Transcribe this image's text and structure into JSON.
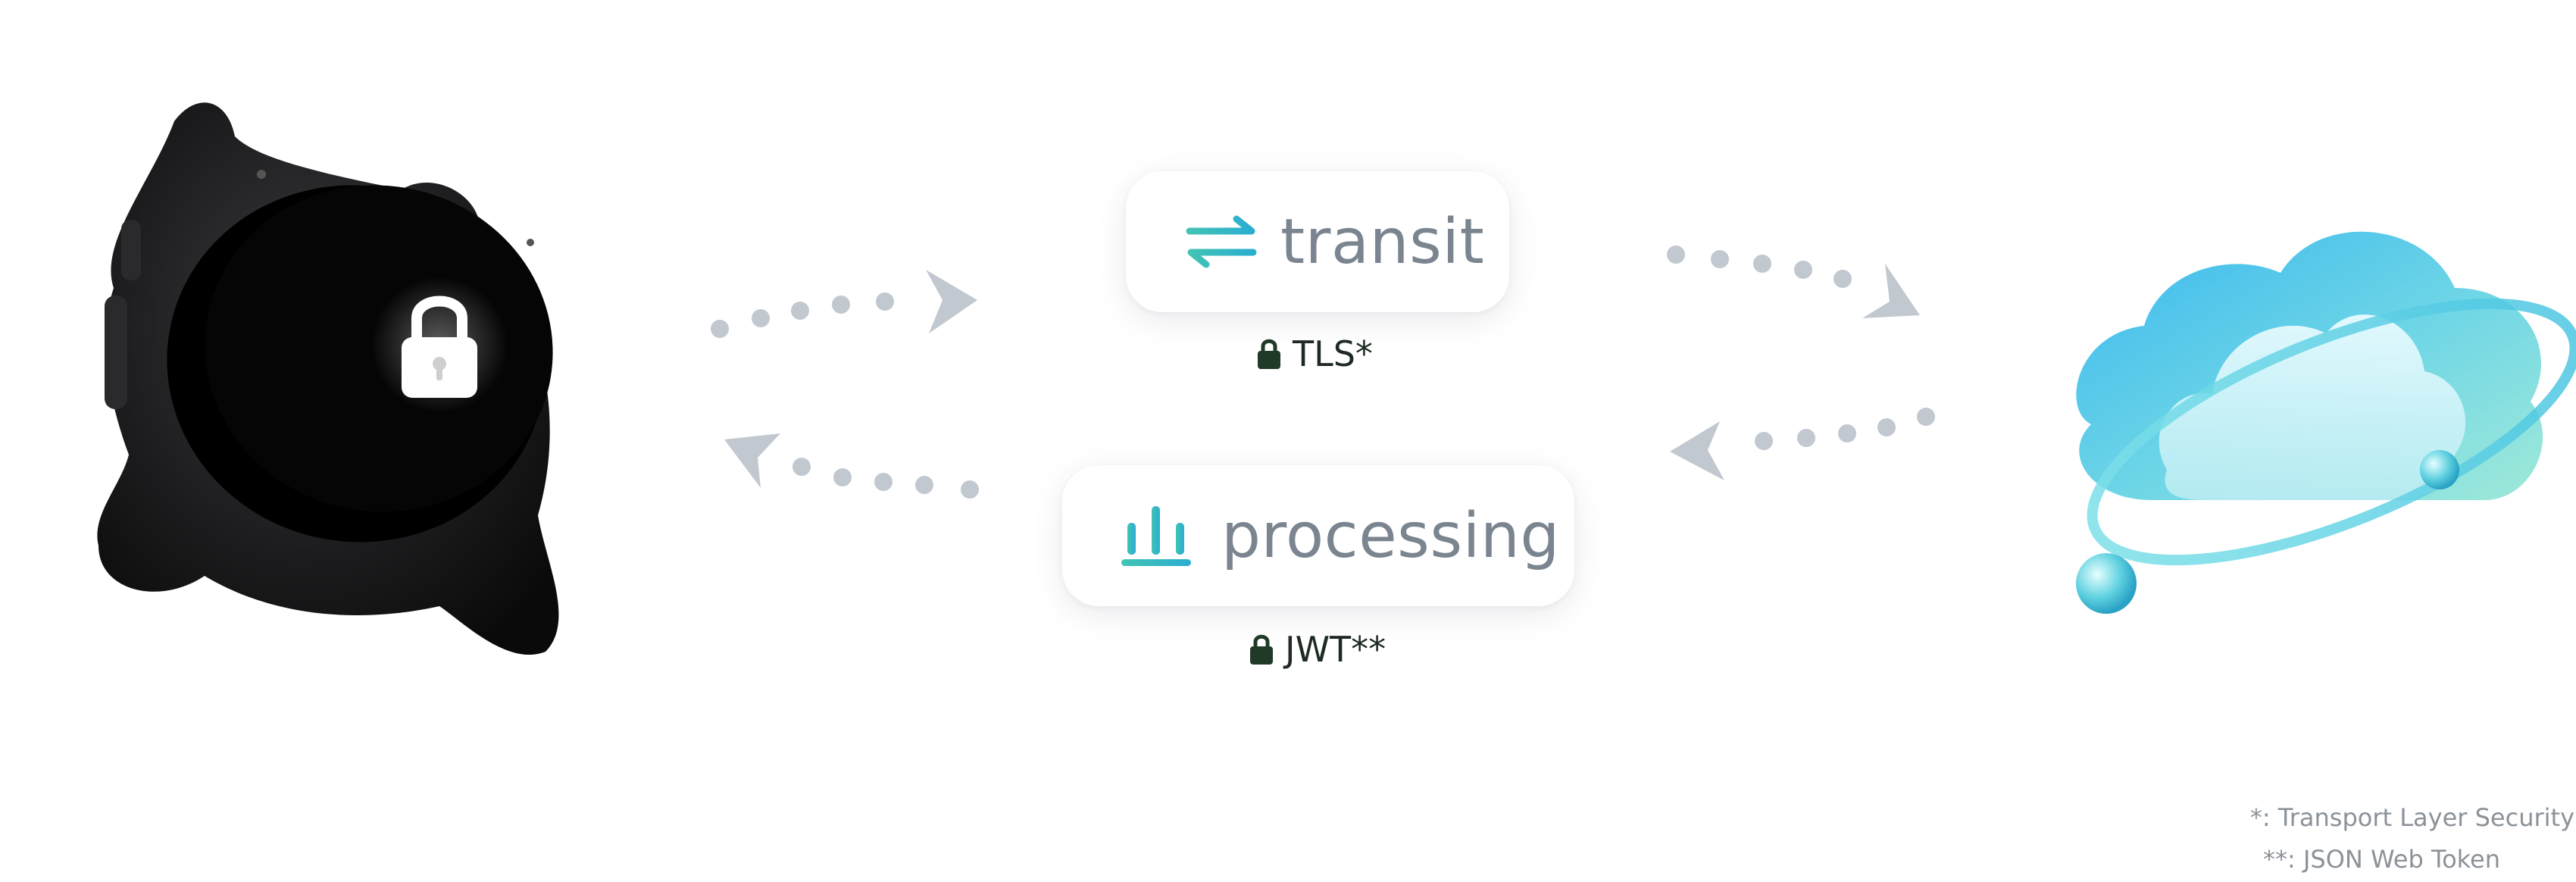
{
  "transit": {
    "label": "transit",
    "icon": "swap-arrows-icon"
  },
  "processing": {
    "label": "processing",
    "icon": "bar-chart-icon"
  },
  "tags": {
    "tls": "TLS*",
    "jwt": "JWT**"
  },
  "footnotes": {
    "tls": "*: Transport Layer Security",
    "jwt": "**: JSON Web Token"
  },
  "colors": {
    "accent_teal": "#2fb3c4",
    "arrow_gray": "#c2c8d0",
    "label_gray": "#7b8590",
    "lock_dark": "#1f3a26"
  }
}
